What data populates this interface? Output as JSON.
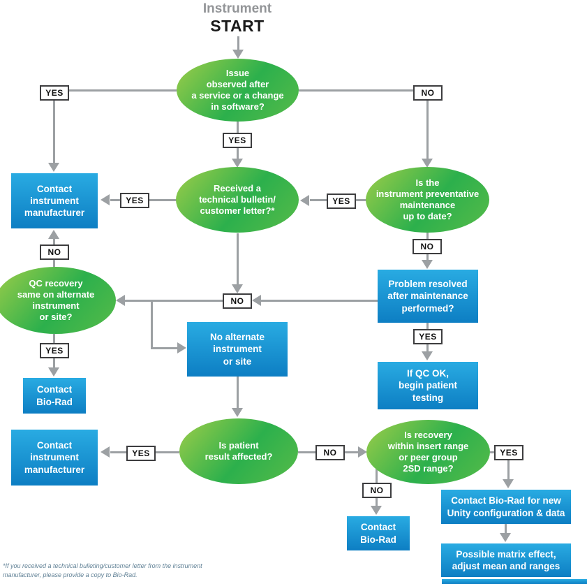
{
  "header": {
    "subtitle": "Instrument",
    "title": "START"
  },
  "labels": {
    "yes": "YES",
    "no": "NO"
  },
  "nodes": {
    "issue": "Issue\nobserved after\na service or a change\nin software?",
    "bulletin": "Received a\ntechnical bulletin/\ncustomer letter?*",
    "maintenance": "Is the\ninstrument preventative\nmaintenance\nup to date?",
    "qc_recovery": "QC recovery\nsame on alternate\ninstrument\nor site?",
    "patient_result": "Is patient\nresult affected?",
    "recovery_range": "Is recovery\nwithin insert range\nor peer group\n2SD range?",
    "contact_manufacturer_top": "Contact\ninstrument\nmanufacturer",
    "contact_manufacturer_bottom": "Contact\ninstrument\nmanufacturer",
    "problem_resolved": "Problem resolved\nafter maintenance\nperformed?",
    "no_alternate": "No alternate\ninstrument\nor site",
    "qc_ok": "If QC OK,\nbegin patient\ntesting",
    "contact_biorad_left": "Contact\nBio-Rad",
    "contact_biorad_bottom": "Contact\nBio-Rad",
    "contact_unity": "Contact Bio-Rad for new\nUnity configuration & data",
    "matrix_effect": "Possible matrix effect,\nadjust mean and ranges"
  },
  "footnote": "*If you received a technical bulleting/customer letter from the instrument\nmanufacturer, please provide a copy to Bio-Rad.",
  "colors": {
    "green_start": "#9ecd49",
    "green_end": "#57bb49",
    "blue_start": "#29abe2",
    "blue_end": "#0d7ec3",
    "connector": "#9ca0a3"
  }
}
